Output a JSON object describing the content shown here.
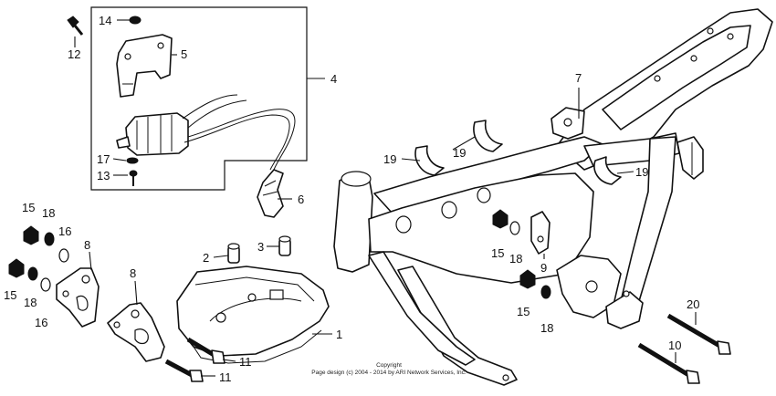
{
  "labels": {
    "l1": "1",
    "l2": "2",
    "l3": "3",
    "l4": "4",
    "l5": "5",
    "l6": "6",
    "l7": "7",
    "l8a": "8",
    "l8b": "8",
    "l9": "9",
    "l10": "10",
    "l11a": "11",
    "l11b": "11",
    "l12": "12",
    "l13": "13",
    "l14": "14",
    "l15a": "15",
    "l15b": "15",
    "l15c": "15",
    "l15d": "15",
    "l16a": "16",
    "l16b": "16",
    "l17": "17",
    "l18a": "18",
    "l18b": "18",
    "l18c": "18",
    "l18d": "18",
    "l19a": "19",
    "l19b": "19",
    "l19c": "19",
    "l20": "20"
  },
  "copyright": {
    "line1": "Copyright",
    "line2": "Page design (c) 2004 - 2014 by ARI Network Services, Inc."
  }
}
